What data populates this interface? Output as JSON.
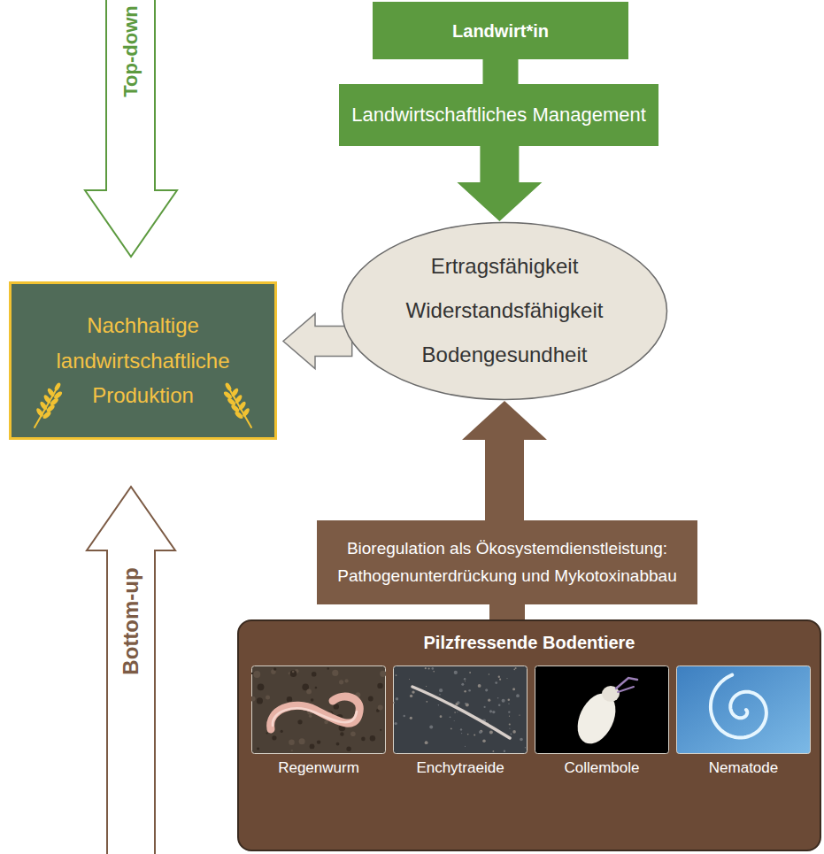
{
  "diagram": {
    "nodes": [
      {
        "text": [
          "Landwirt*in"
        ]
      },
      {
        "text": [
          "Landwirtschaftliches Management"
        ]
      },
      {
        "text": [
          "Nachhaltige landwirtschaftliche Produktion"
        ]
      },
      {
        "text": [
          "Ertragsfähigkeit",
          "Widerstandsfähigkeit",
          "Bodengesundheit"
        ]
      },
      {
        "text": [
          "Bioregulation als Ökosystemdienstleistung: Pathogenunterdrückung und Mykotoxinabbau"
        ]
      },
      {
        "text": [
          "Pilzfressende Bodentiere"
        ]
      },
      {
        "text": [
          "Regenwurm"
        ],
        "in": 5
      },
      {
        "text": [
          "Enchytraeide"
        ],
        "in": 5
      },
      {
        "text": [
          "Collembole"
        ],
        "in": 5
      },
      {
        "text": [
          "Nematode"
        ],
        "in": 5
      }
    ],
    "edges": [
      {
        "from": 0,
        "to": 1,
        "arrow": "none"
      },
      {
        "from": 1,
        "to": 3,
        "arrow": "to"
      },
      {
        "from": 3,
        "to": 2,
        "arrow": "to"
      },
      {
        "from": 4,
        "to": 3,
        "arrow": "to"
      },
      {
        "from": 5,
        "to": 4,
        "arrow": "none"
      }
    ],
    "labels": [
      "Top-down",
      "Bottom-up"
    ]
  }
}
